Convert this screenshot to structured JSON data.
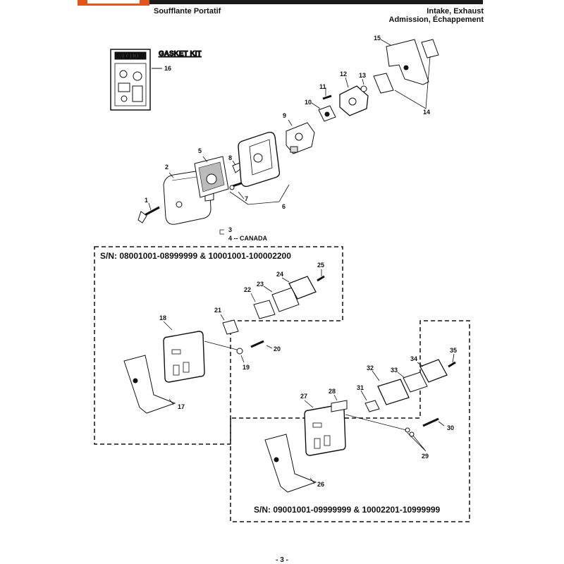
{
  "header": {
    "title_left": "Soufflante Portatif",
    "title_right_line1": "Intake, Exhaust",
    "title_right_line2": "Admission, Échappement",
    "brand": "ECHO"
  },
  "gasket_kit": {
    "label": "GASKET KIT"
  },
  "callouts": [
    "1",
    "2",
    "3",
    "4 -- CANADA",
    "5",
    "6",
    "7",
    "8",
    "9",
    "10",
    "11",
    "12",
    "13",
    "14",
    "15",
    "16",
    "17",
    "18",
    "19",
    "20",
    "21",
    "22",
    "23",
    "24",
    "25",
    "26",
    "27",
    "28",
    "29",
    "30",
    "31",
    "32",
    "33",
    "34",
    "35"
  ],
  "serial_groups": [
    {
      "label": "S/N: 08001001-08999999 & 10001001-100002200"
    },
    {
      "label": "S/N: 09001001-09999999 & 10002201-10999999"
    }
  ],
  "footer": {
    "page": "- 3 -"
  }
}
